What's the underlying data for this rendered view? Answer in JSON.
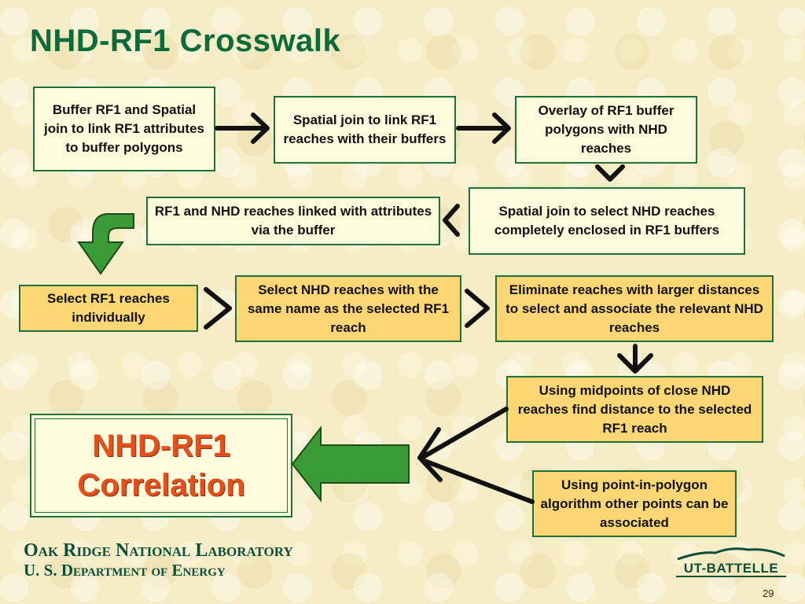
{
  "slide": {
    "title": "NHD-RF1 Crosswalk",
    "page_number": "29"
  },
  "boxes": {
    "b1": "Buffer RF1 and Spatial join to link RF1 attributes to buffer polygons",
    "b2": "Spatial join to link RF1 reaches with their buffers",
    "b3": "Overlay of RF1 buffer polygons with NHD reaches",
    "b4": "Spatial join to select NHD reaches completely enclosed in RF1 buffers",
    "b5": "RF1 and NHD reaches linked with attributes via the buffer",
    "b6": "Select RF1 reaches individually",
    "b7": "Select NHD reaches with the same name as the selected RF1 reach",
    "b8": "Eliminate reaches with larger distances to select and associate the relevant NHD reaches",
    "b9": "Using midpoints of close NHD reaches find distance to the selected RF1 reach",
    "b10": "Using point-in-polygon algorithm other points can be associated"
  },
  "correlation": {
    "line1": "NHD-RF1",
    "line2": "Correlation"
  },
  "footer": {
    "line1": "Oak Ridge National Laboratory",
    "line2": "U. S. Department of Energy",
    "logo_text": "UT-BATTELLE"
  },
  "colors": {
    "title_green": "#0b6b3a",
    "box_border": "#1f6f3a",
    "pale_box": "#fffbdc",
    "orange_box": "#fdd774",
    "correlation_text": "#e3501c",
    "arrow_green": "#3a9a35"
  }
}
